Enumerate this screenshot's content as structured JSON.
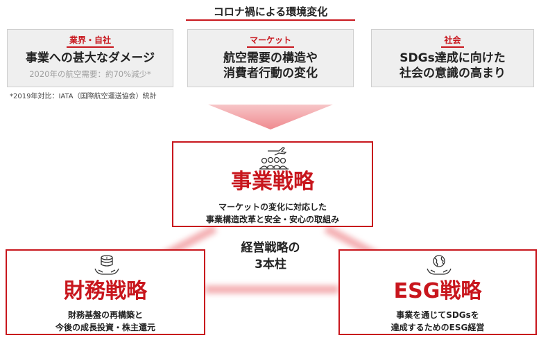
{
  "header": {
    "title": "コロナ禍による環境変化"
  },
  "context_boxes": [
    {
      "tag": "業界・自社",
      "main": "事業への甚大なダメージ",
      "sub": "2020年の航空需要：約70%減少*"
    },
    {
      "tag": "マーケット",
      "main_line1": "航空需要の構造や",
      "main_line2": "消費者行動の変化"
    },
    {
      "tag": "社会",
      "main_line1": "SDGs達成に向けた",
      "main_line2": "社会の意識の高まり"
    }
  ],
  "footnote": "*2019年対比：IATA（国際航空運送協会）統計",
  "center_label": {
    "line1": "経営戦略の",
    "line2": "3本柱"
  },
  "pillars": {
    "business": {
      "title": "事業戦略",
      "desc_line1": "マーケットの変化に対応した",
      "desc_line2": "事業構造改革と安全・安心の取組み",
      "icon": "airplane-people-icon"
    },
    "finance": {
      "title": "財務戦略",
      "desc_line1": "財務基盤の再構築と",
      "desc_line2": "今後の成長投資・株主還元",
      "icon": "yen-coins-hands-icon"
    },
    "esg": {
      "title": "ESG戦略",
      "desc_line1": "事業を通じてSDGsを",
      "desc_line2": "達成するためのESG経営",
      "icon": "globe-hands-icon"
    }
  },
  "colors": {
    "accent": "#c8161d",
    "box_gray": "#efefef",
    "glow": "#f4b5b7"
  }
}
